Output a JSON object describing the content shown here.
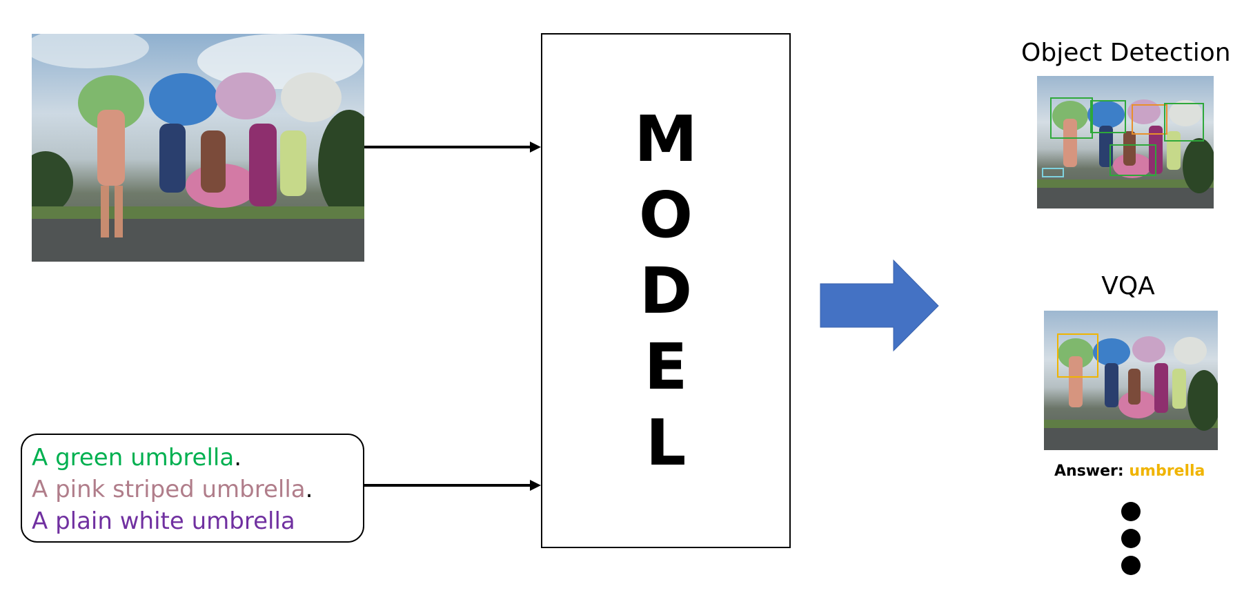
{
  "input_image": {
    "description_icon": "photo-women-umbrellas"
  },
  "captions": [
    {
      "phrase": "A green umbrella",
      "suffix": ".",
      "color": "#00b050"
    },
    {
      "phrase": "A pink striped umbrella",
      "suffix": ".",
      "color": "#b07d8a"
    },
    {
      "phrase": "A plain white umbrella",
      "suffix": "",
      "color": "#7030a0"
    }
  ],
  "model": {
    "letters": [
      "M",
      "O",
      "D",
      "E",
      "L"
    ]
  },
  "outputs": {
    "object_detection": {
      "title": "Object Detection"
    },
    "vqa": {
      "title": "VQA",
      "answer_label": "Answer:",
      "answer_value": "umbrella",
      "answer_color": "#f0b400"
    }
  },
  "colors": {
    "arrow_blue": "#4472c4",
    "green": "#00b050",
    "pink": "#b07d8a",
    "purple": "#7030a0"
  }
}
